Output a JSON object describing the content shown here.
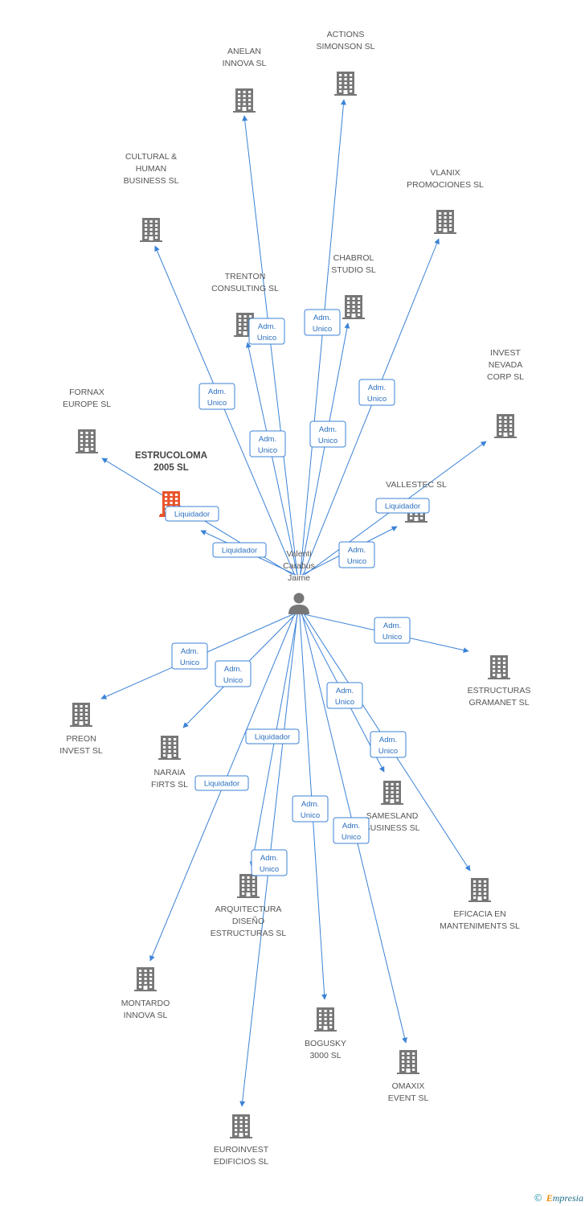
{
  "colors": {
    "edge": "#3b82d6",
    "building": "#777777",
    "highlight_building": "#e8542b",
    "person": "#777777"
  },
  "center": {
    "name_lines": [
      "Valenti",
      "Carabus",
      "Jaime"
    ],
    "icon": "person-icon"
  },
  "companies": [
    {
      "id": "anelan",
      "lines": [
        "ANELAN",
        "INNOVA SL"
      ],
      "icon": "building-icon"
    },
    {
      "id": "actions",
      "lines": [
        "ACTIONS",
        "SIMONSON SL"
      ],
      "icon": "building-icon"
    },
    {
      "id": "cultural",
      "lines": [
        "CULTURAL &",
        "HUMAN",
        "BUSINESS SL"
      ],
      "icon": "building-icon"
    },
    {
      "id": "vlanix",
      "lines": [
        "VLANIX",
        "PROMOCIONES SL"
      ],
      "icon": "building-icon"
    },
    {
      "id": "chabrol",
      "lines": [
        "CHABROL",
        "STUDIO SL"
      ],
      "icon": "building-icon"
    },
    {
      "id": "trenton",
      "lines": [
        "TRENTON",
        "CONSULTING SL"
      ],
      "icon": "building-icon"
    },
    {
      "id": "invest_nevada",
      "lines": [
        "INVEST",
        "NEVADA",
        "CORP SL"
      ],
      "icon": "building-icon"
    },
    {
      "id": "fornax",
      "lines": [
        "FORNAX",
        "EUROPE SL"
      ],
      "icon": "building-icon"
    },
    {
      "id": "estrucoloma",
      "lines": [
        "ESTRUCOLOMA",
        "2005 SL"
      ],
      "icon": "building-icon",
      "highlight": true
    },
    {
      "id": "vallestec",
      "lines": [
        "VALLESTEC SL"
      ],
      "icon": "building-icon"
    },
    {
      "id": "estructuras_gramanet",
      "lines": [
        "ESTRUCTURAS",
        "GRAMANET SL"
      ],
      "icon": "building-icon"
    },
    {
      "id": "preon",
      "lines": [
        "PREON",
        "INVEST SL"
      ],
      "icon": "building-icon"
    },
    {
      "id": "naraia",
      "lines": [
        "NARAIA",
        "FIRTS SL"
      ],
      "icon": "building-icon"
    },
    {
      "id": "samesland",
      "lines": [
        "SAMESLAND",
        "BUSINESS SL"
      ],
      "icon": "building-icon"
    },
    {
      "id": "eficacia",
      "lines": [
        "EFICACIA EN",
        "MANTENIMENTS SL"
      ],
      "icon": "building-icon"
    },
    {
      "id": "arquitectura",
      "lines": [
        "ARQUITECTURA",
        "DISEÑO",
        "ESTRUCTURAS SL"
      ],
      "icon": "building-icon"
    },
    {
      "id": "montardo",
      "lines": [
        "MONTARDO",
        "INNOVA SL"
      ],
      "icon": "building-icon"
    },
    {
      "id": "bogusky",
      "lines": [
        "BOGUSKY",
        "3000 SL"
      ],
      "icon": "building-icon"
    },
    {
      "id": "omaxix",
      "lines": [
        "OMAXIX",
        "EVENT SL"
      ],
      "icon": "building-icon"
    },
    {
      "id": "euroinvest",
      "lines": [
        "EUROINVEST",
        "EDIFICIOS SL"
      ],
      "icon": "building-icon"
    }
  ],
  "edges": [
    {
      "to": "anelan",
      "role": [
        "Adm.",
        "Unico"
      ]
    },
    {
      "to": "actions",
      "role": [
        "Adm.",
        "Unico"
      ]
    },
    {
      "to": "cultural",
      "role": [
        "Adm.",
        "Unico"
      ]
    },
    {
      "to": "vlanix",
      "role": [
        "Adm.",
        "Unico"
      ]
    },
    {
      "to": "chabrol",
      "role": [
        "Adm.",
        "Unico"
      ]
    },
    {
      "to": "trenton",
      "role": [
        "Adm.",
        "Unico"
      ]
    },
    {
      "to": "invest_nevada",
      "role": [
        "Adm.",
        "Unico"
      ]
    },
    {
      "to": "fornax",
      "role": [
        "Liquidador"
      ]
    },
    {
      "to": "estrucoloma",
      "role": [
        "Liquidador"
      ]
    },
    {
      "to": "vallestec",
      "role": [
        "Liquidador"
      ]
    },
    {
      "to": "estructuras_gramanet",
      "role": [
        "Adm.",
        "Unico"
      ]
    },
    {
      "to": "preon",
      "role": [
        "Adm.",
        "Unico"
      ]
    },
    {
      "to": "naraia",
      "role": [
        "Adm.",
        "Unico"
      ]
    },
    {
      "to": "samesland",
      "role": [
        "Adm.",
        "Unico"
      ]
    },
    {
      "to": "eficacia",
      "role": [
        "Adm.",
        "Unico"
      ]
    },
    {
      "to": "arquitectura",
      "role": [
        "Liquidador"
      ]
    },
    {
      "to": "montardo",
      "role": [
        "Liquidador"
      ]
    },
    {
      "to": "bogusky",
      "role": [
        "Adm.",
        "Unico"
      ]
    },
    {
      "to": "omaxix",
      "role": [
        "Adm.",
        "Unico"
      ]
    },
    {
      "to": "euroinvest",
      "role": [
        "Adm.",
        "Unico"
      ]
    }
  ],
  "footer": {
    "copyright": "©",
    "brand_first": "E",
    "brand_rest": "mpresia"
  }
}
